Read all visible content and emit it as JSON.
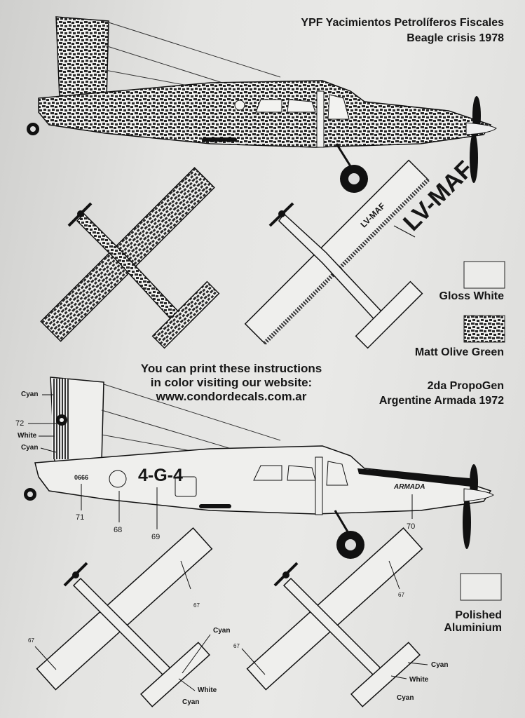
{
  "scheme1": {
    "title_line1": "YPF Yacimientos Petrolíferos Fiscales",
    "title_line2": "Beagle crisis 1978",
    "registration_small": "LV-MAF",
    "registration_large": "LV-MAF"
  },
  "legend": {
    "gloss_white": "Gloss White",
    "matt_olive_green": "Matt Olive Green",
    "polished_aluminium_line1": "Polished",
    "polished_aluminium_line2": "Aluminium"
  },
  "website_note": {
    "line1": "You can print these instructions",
    "line2": "in color visiting our website:",
    "line3": "www.condordecals.com.ar"
  },
  "scheme2": {
    "title_line1": "2da PropoGen",
    "title_line2": "Argentine Armada 1972",
    "code": "4-G-4",
    "serial": "0666",
    "fuselage_text": "ARMADA",
    "callouts": {
      "cyan_top": "Cyan",
      "number_72": "72",
      "white": "White",
      "cyan_bottom": "Cyan",
      "number_71": "71",
      "number_68": "68",
      "number_69": "69",
      "number_70": "70"
    }
  },
  "planform_callouts": {
    "left_67_top": "67",
    "left_67_bottom": "67",
    "left_cyan": "Cyan",
    "left_white": "White",
    "left_cyan_bottom": "Cyan",
    "right_67_top": "67",
    "right_67_bottom": "67",
    "right_cyan": "Cyan",
    "right_white": "White",
    "right_cyan_bottom": "Cyan"
  },
  "colors": {
    "paper": "#e4e4e2",
    "ink": "#161616",
    "olive_pattern": "#2a2a2a"
  }
}
